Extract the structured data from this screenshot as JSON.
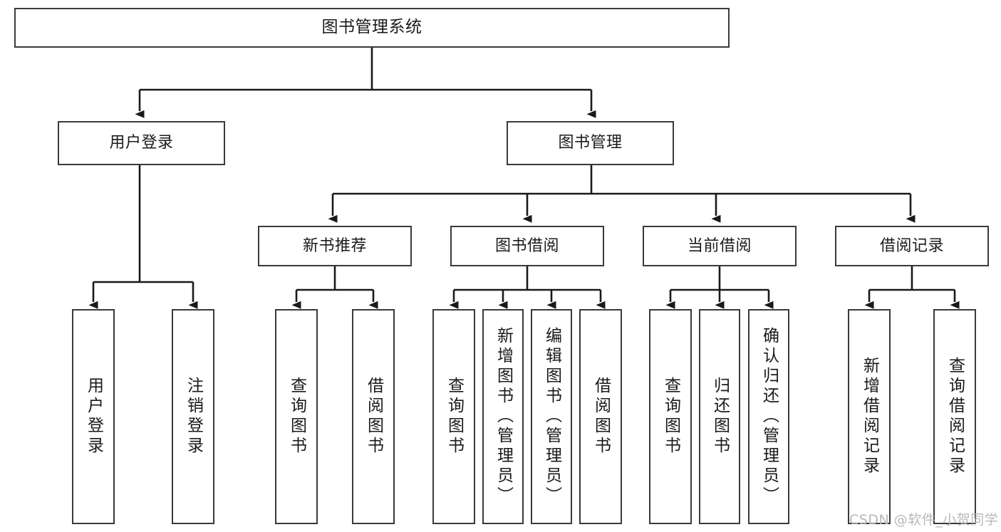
{
  "diagram": {
    "title": "图书管理系统",
    "type": "tree-hierarchy",
    "watermark": "CSDN @软件_小贺同学",
    "colors": {
      "box_border": "#3a3a3a",
      "box_fill": "#ffffff",
      "edge": "#1a1a1a",
      "text": "#1a1a1a",
      "watermark": "#b8b8b8",
      "background": "#ffffff"
    },
    "levels": {
      "root": {
        "label": "图书管理系统"
      },
      "level2": [
        {
          "id": "user-login",
          "label": "用户登录"
        },
        {
          "id": "book-manage",
          "label": "图书管理"
        }
      ],
      "level3": [
        {
          "id": "new-book-rec",
          "label": "新书推荐",
          "parent": "book-manage"
        },
        {
          "id": "book-borrow",
          "label": "图书借阅",
          "parent": "book-manage"
        },
        {
          "id": "current-borrow",
          "label": "当前借阅",
          "parent": "book-manage"
        },
        {
          "id": "borrow-record",
          "label": "借阅记录",
          "parent": "book-manage"
        }
      ],
      "leaves": [
        {
          "id": "leaf-user-login",
          "label": "用户登录",
          "parent": "user-login"
        },
        {
          "id": "leaf-user-logout",
          "label": "注销登录",
          "parent": "user-login"
        },
        {
          "id": "leaf-query-book-1",
          "label": "查询图书",
          "parent": "new-book-rec"
        },
        {
          "id": "leaf-borrow-book-1",
          "label": "借阅图书",
          "parent": "new-book-rec"
        },
        {
          "id": "leaf-query-book-2",
          "label": "查询图书",
          "parent": "book-borrow"
        },
        {
          "id": "leaf-add-book",
          "label": "新增图书（管理员）",
          "parent": "book-borrow"
        },
        {
          "id": "leaf-edit-book",
          "label": "编辑图书（管理员）",
          "parent": "book-borrow"
        },
        {
          "id": "leaf-borrow-book-2",
          "label": "借阅图书",
          "parent": "book-borrow"
        },
        {
          "id": "leaf-query-book-3",
          "label": "查询图书",
          "parent": "current-borrow"
        },
        {
          "id": "leaf-return-book",
          "label": "归还图书",
          "parent": "current-borrow"
        },
        {
          "id": "leaf-confirm-return",
          "label": "确认归还（管理员）",
          "parent": "current-borrow"
        },
        {
          "id": "leaf-add-record",
          "label": "新增借阅记录",
          "parent": "borrow-record"
        },
        {
          "id": "leaf-query-record",
          "label": "查询借阅记录",
          "parent": "borrow-record"
        }
      ]
    }
  }
}
